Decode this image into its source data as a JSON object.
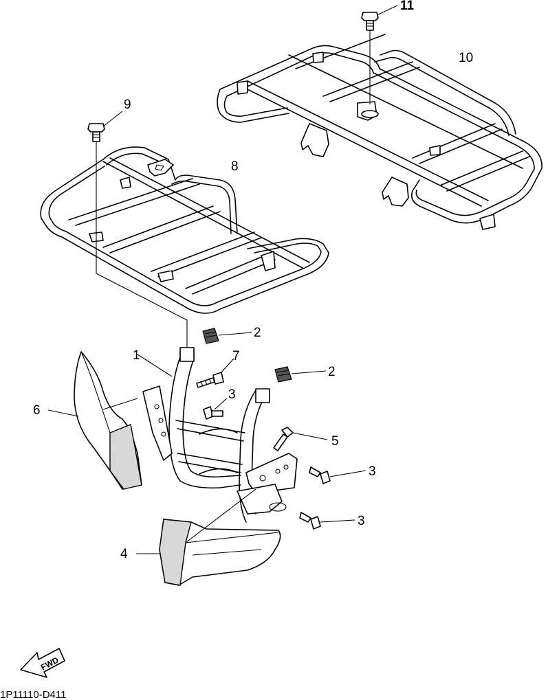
{
  "callouts": {
    "c1": "1",
    "c2a": "2",
    "c2b": "2",
    "c3a": "3",
    "c3b": "3",
    "c3c": "3",
    "c4": "4",
    "c5": "5",
    "c6": "6",
    "c7": "7",
    "c8": "8",
    "c9": "9",
    "c10": "10",
    "c11": "11"
  },
  "direction_badge": "FWD",
  "drawing_code": "1P11110-D411"
}
